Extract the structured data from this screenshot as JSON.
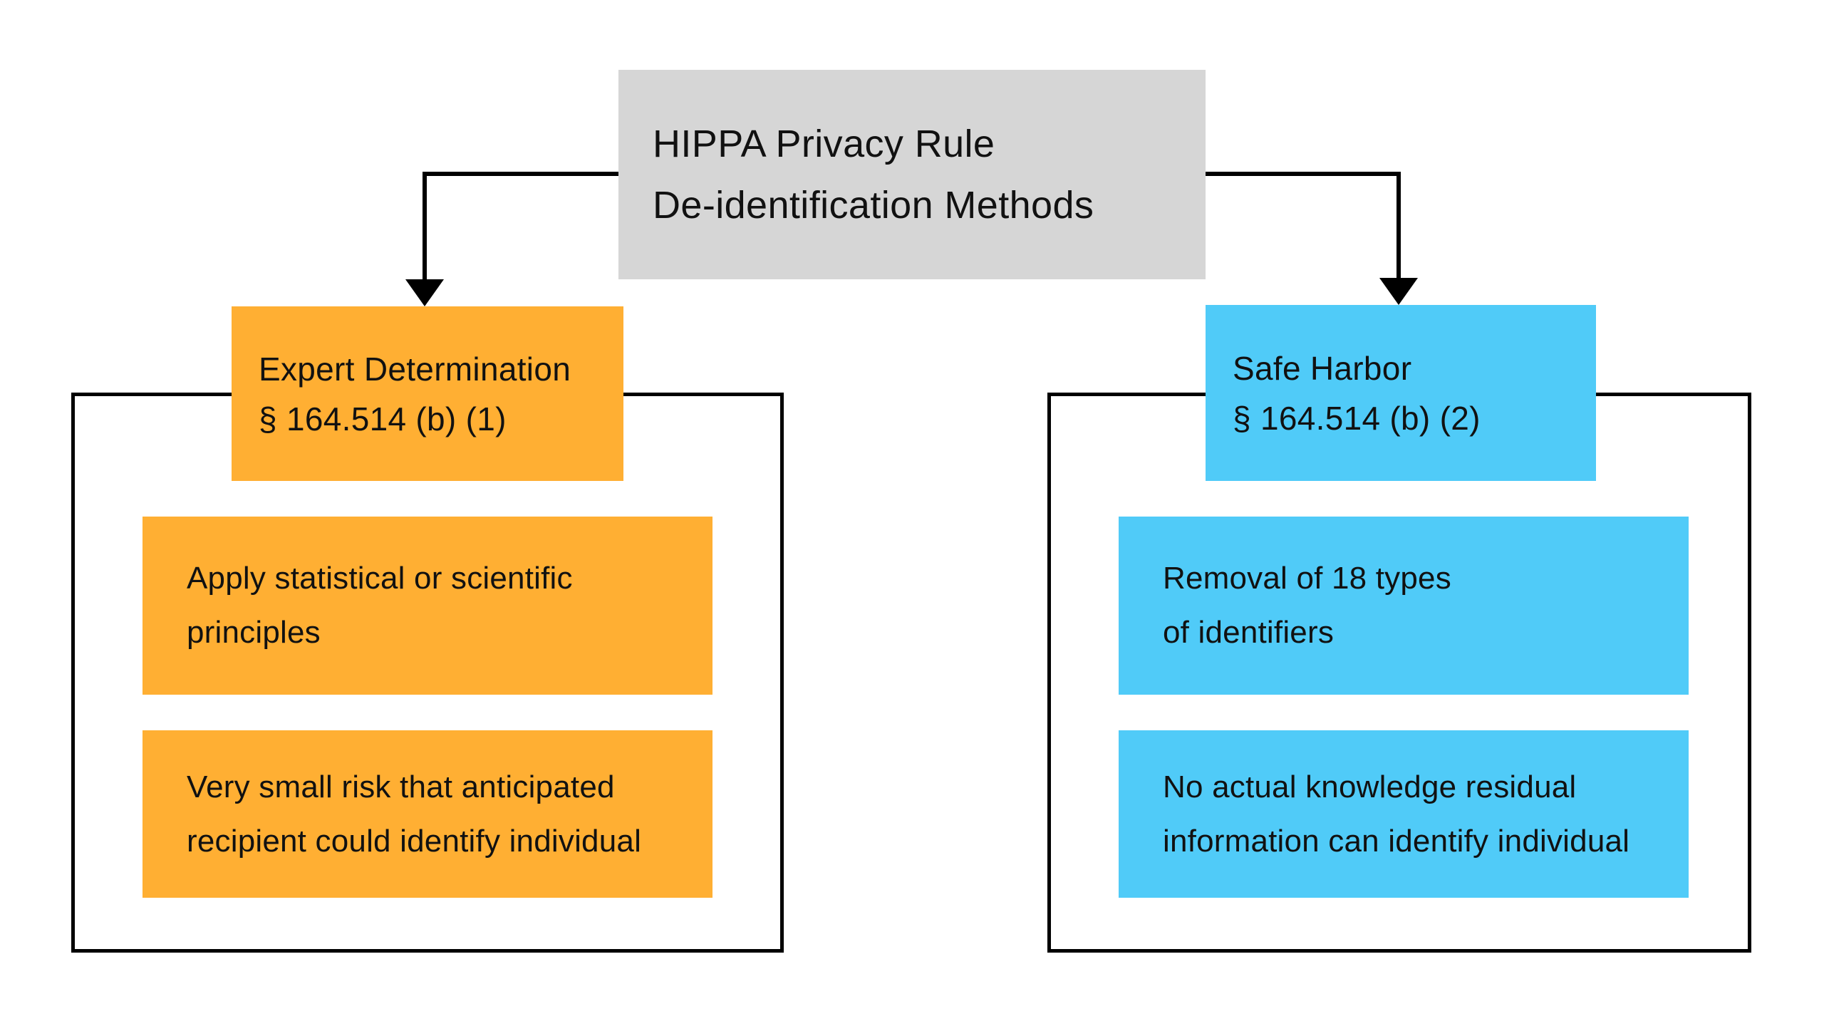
{
  "diagram": {
    "title_node": {
      "name": "hippa-privacy-rule-root",
      "line1": "HIPPA Privacy Rule",
      "line2": "De-identification Methods",
      "fill": "#d6d6d6"
    },
    "branches": [
      {
        "key": "expert",
        "header_line1": "Expert Determination",
        "header_line2": "§ 164.514 (b) (1)",
        "fill": "#ffaf33",
        "details": [
          {
            "line1": "Apply statistical or scientific",
            "line2": "principles"
          },
          {
            "line1": "Very small risk that anticipated",
            "line2": "recipient could identify individual"
          }
        ]
      },
      {
        "key": "safe-harbor",
        "header_line1": "Safe Harbor",
        "header_line2": "§ 164.514 (b) (2)",
        "fill": "#50cbf8",
        "details": [
          {
            "line1": "Removal of 18 types",
            "line2": "of identifiers"
          },
          {
            "line1": "No actual knowledge residual",
            "line2": "information can identify individual"
          }
        ]
      }
    ],
    "connectors": {
      "stroke": "#000000",
      "left_arrow": "arrow-down-icon",
      "right_arrow": "arrow-down-icon"
    },
    "palette": {
      "background": "#ffffff",
      "outline": "#000000",
      "text": "#111111",
      "grey": "#d6d6d6",
      "orange": "#ffaf33",
      "blue": "#50cbf8"
    }
  }
}
